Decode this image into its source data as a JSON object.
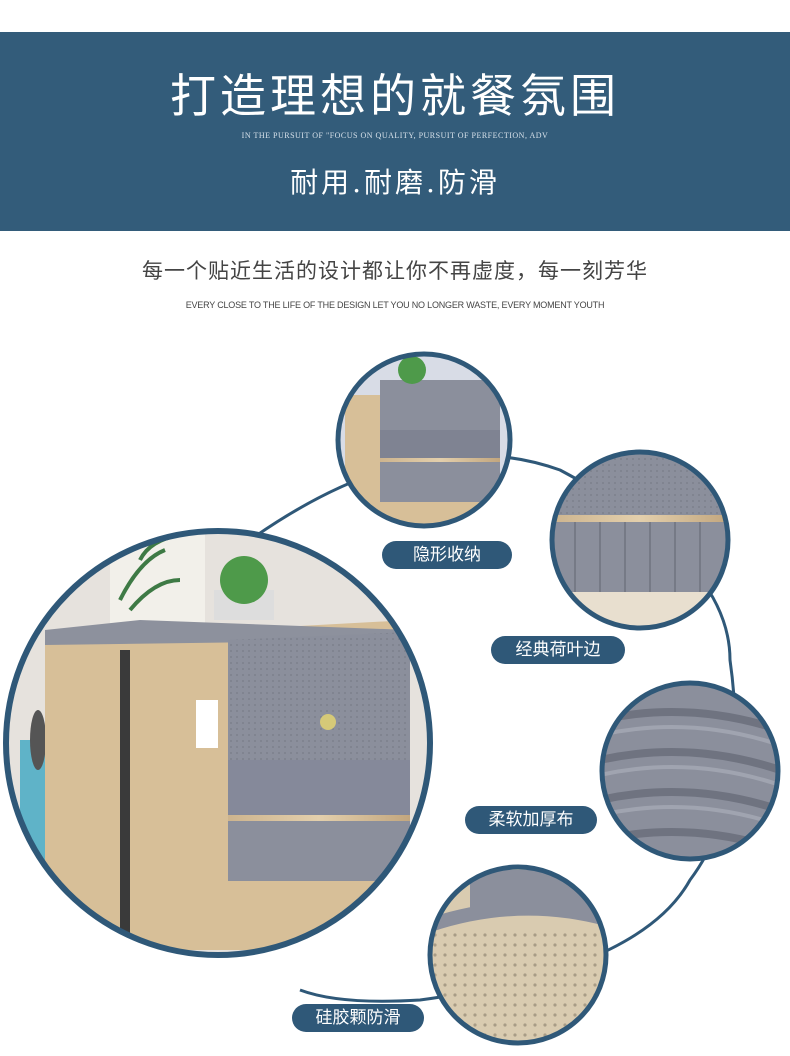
{
  "banner": {
    "title": "打造理想的就餐氛围",
    "subtitle_en": "IN THE PURSUIT OF \"FOCUS ON QUALITY, PURSUIT OF PERFECTION, ADV",
    "features": "耐用.耐磨.防滑",
    "background_color": "#335c7a"
  },
  "tagline": {
    "cn": "每一个贴近生活的设计都让你不再虚度，每一刻芳华",
    "en": "EVERY CLOSE TO THE LIFE OF THE DESIGN LET YOU NO LONGER WASTE, EVERY MOMENT YOUTH"
  },
  "features": [
    {
      "label": "隐形收纳",
      "image": "storage-pockets-closeup"
    },
    {
      "label": "经典荷叶边",
      "image": "ruffle-edge-closeup"
    },
    {
      "label": "柔软加厚布",
      "image": "folded-fabric-closeup"
    },
    {
      "label": "硅胶颗防滑",
      "image": "silicone-dots-underside-closeup"
    }
  ],
  "main_image": "fridge-with-gray-cover",
  "accent_color": "#2f5878"
}
